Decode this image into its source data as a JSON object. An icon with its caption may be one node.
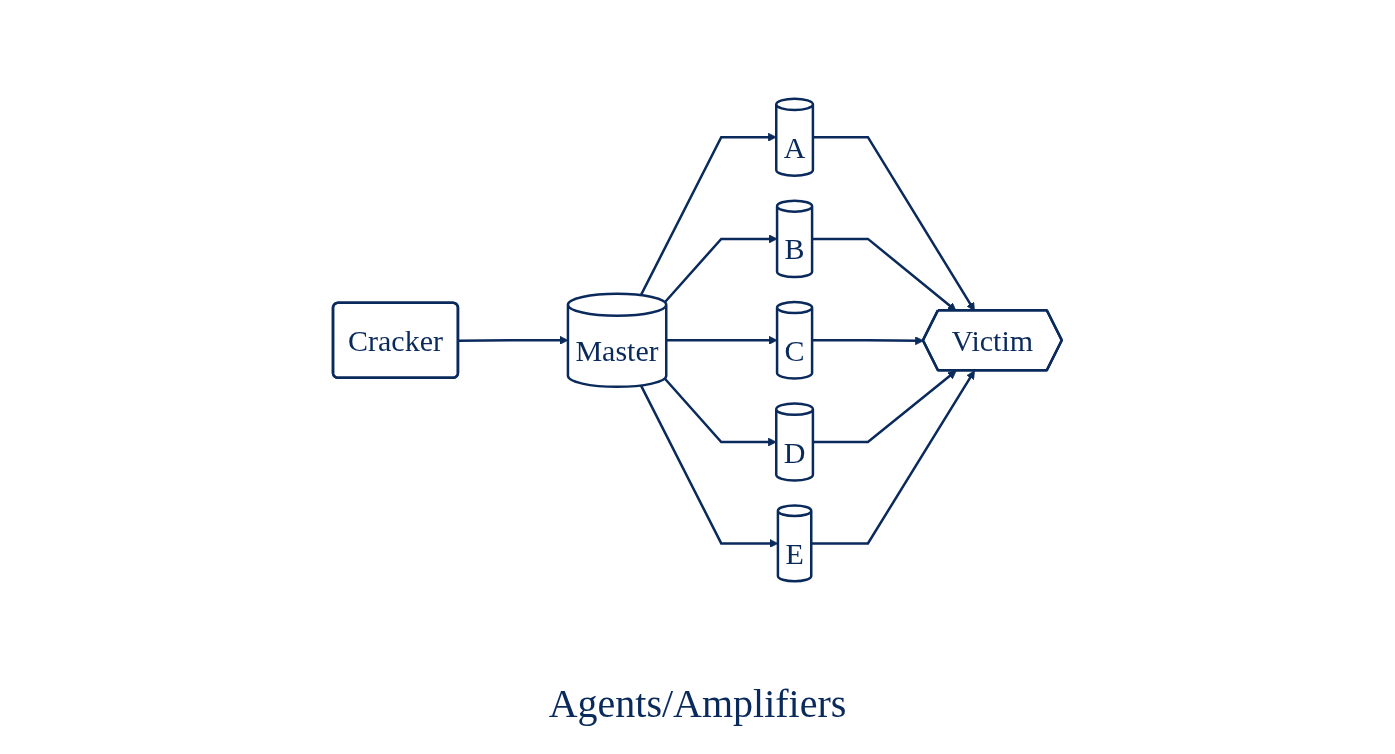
{
  "diagram": {
    "nodes": [
      {
        "text": [
          "Cracker"
        ]
      },
      {
        "text": [
          "Master"
        ]
      },
      {
        "text": [
          "A"
        ]
      },
      {
        "text": [
          "B"
        ]
      },
      {
        "text": [
          "C"
        ]
      },
      {
        "text": [
          "D"
        ]
      },
      {
        "text": [
          "E"
        ]
      },
      {
        "text": [
          "Victim"
        ]
      }
    ],
    "edges": [
      {
        "from": 0,
        "to": 1,
        "arrow": "to"
      },
      {
        "from": 1,
        "to": 2,
        "arrow": "to"
      },
      {
        "from": 1,
        "to": 3,
        "arrow": "to"
      },
      {
        "from": 1,
        "to": 4,
        "arrow": "to"
      },
      {
        "from": 1,
        "to": 5,
        "arrow": "to"
      },
      {
        "from": 1,
        "to": 6,
        "arrow": "to"
      },
      {
        "from": 2,
        "to": 7,
        "arrow": "to"
      },
      {
        "from": 3,
        "to": 7,
        "arrow": "to"
      },
      {
        "from": 4,
        "to": 7,
        "arrow": "to"
      },
      {
        "from": 5,
        "to": 7,
        "arrow": "to"
      },
      {
        "from": 6,
        "to": 7,
        "arrow": "to"
      }
    ],
    "labels": [
      "Agents/Amplifiers"
    ]
  }
}
